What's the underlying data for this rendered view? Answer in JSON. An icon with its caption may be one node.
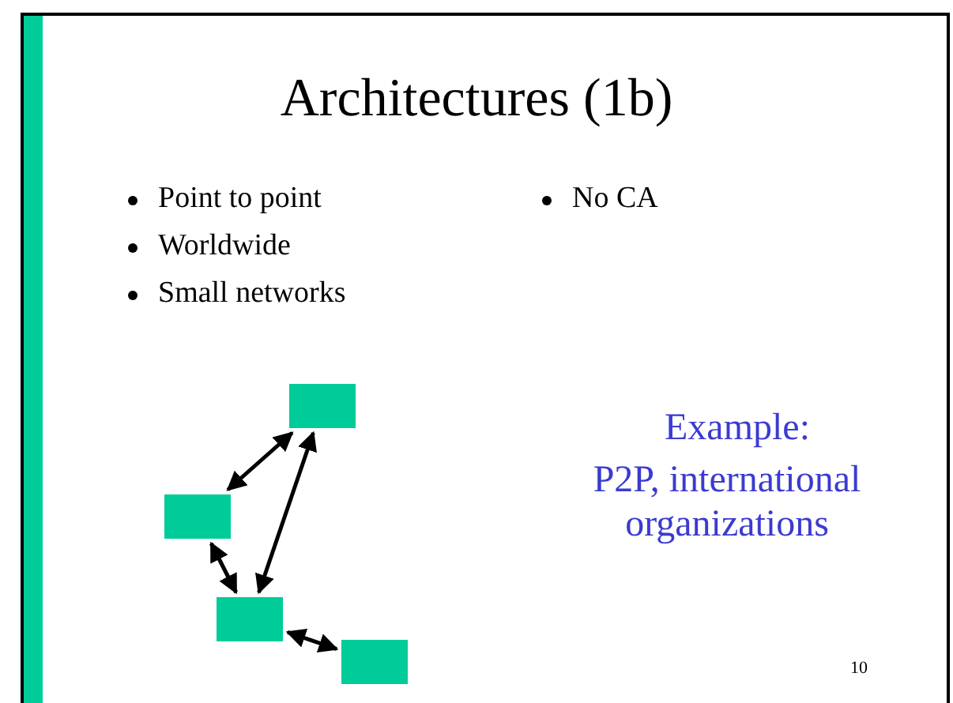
{
  "diagram": {
    "title": "Architectures (1b)",
    "nodes": [
      {
        "text": [],
        "shape": "box"
      },
      {
        "text": [],
        "shape": "box"
      },
      {
        "text": [],
        "shape": "box"
      },
      {
        "text": [],
        "shape": "box"
      }
    ],
    "edges": [
      {
        "from": 1,
        "to": 0,
        "arrow": "both"
      },
      {
        "from": 2,
        "to": 0,
        "arrow": "both"
      },
      {
        "from": 1,
        "to": 2,
        "arrow": "both"
      },
      {
        "from": 2,
        "to": 3,
        "arrow": "both"
      }
    ],
    "labels": [
      "Point to point",
      "Worldwide",
      "Small networks",
      "No CA",
      "Example:",
      "P2P, international organizations",
      "10"
    ]
  }
}
